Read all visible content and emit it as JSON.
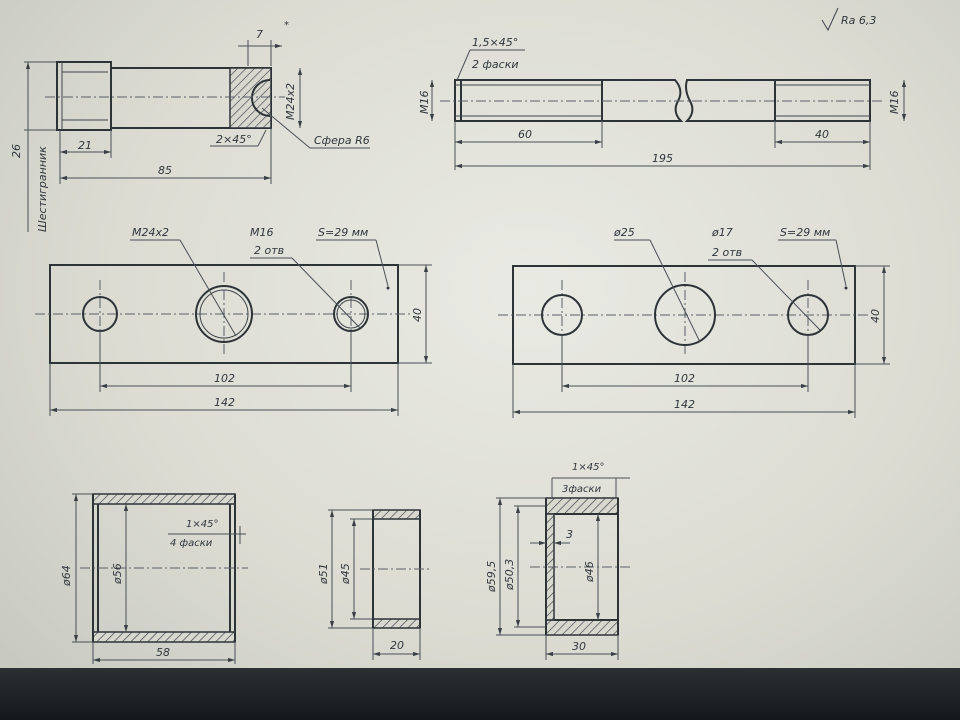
{
  "roughness": "Ra 6,3",
  "bolt": {
    "dim_width": "7",
    "dim_head": "21",
    "dim_length": "85",
    "dim_height": "26",
    "chamfer": "2×45°",
    "thread": "M24x2",
    "sphere": "Сфера R6",
    "side_note": "Шестигранник"
  },
  "stud": {
    "chamfer": "1,5×45°",
    "chamfer_note": "2 фаски",
    "thread_left": "M16",
    "thread_right": "M16",
    "dim_left": "60",
    "dim_right": "40",
    "dim_total": "195"
  },
  "plate_left": {
    "thread_main": "M24x2",
    "thread_side": "M16",
    "count": "2 отв",
    "thickness": "S=29 мм",
    "dim_spacing": "102",
    "dim_length": "142",
    "dim_height": "40"
  },
  "plate_right": {
    "hole_main": "ø25",
    "hole_side": "ø17",
    "count": "2 отв",
    "thickness": "S=29 мм",
    "dim_spacing": "102",
    "dim_length": "142",
    "dim_height": "40"
  },
  "bushing_large": {
    "outer": "ø64",
    "inner": "ø56",
    "chamfer": "1×45°",
    "chamfer_note": "4 фаски",
    "length": "58"
  },
  "bushing_small": {
    "outer": "ø51",
    "inner": "ø45",
    "length": "20"
  },
  "bushing_flanged": {
    "chamfer": "1×45°",
    "chamfer_note": "3фаски",
    "outer": "ø59,5",
    "mid": "ø50,3",
    "inner": "ø46",
    "step": "3",
    "length": "30"
  }
}
